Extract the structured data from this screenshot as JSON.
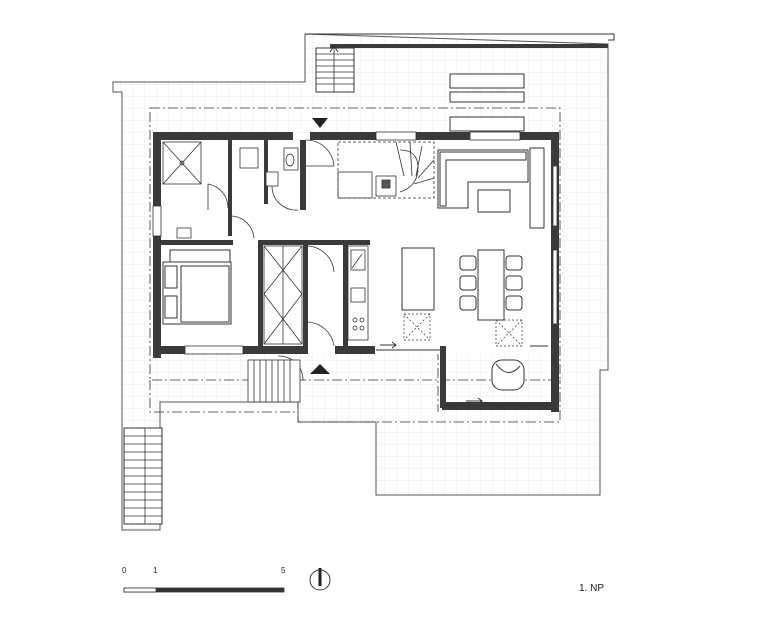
{
  "floor_label": "1. NP",
  "scale": {
    "ticks": [
      "0",
      "1",
      "5"
    ]
  },
  "north_arrow": {
    "icon": "north-arrow-icon"
  },
  "colors": {
    "wall": "#3a3a3a",
    "line": "#333333",
    "grid": "#d6d6d6",
    "background": "#ffffff"
  }
}
